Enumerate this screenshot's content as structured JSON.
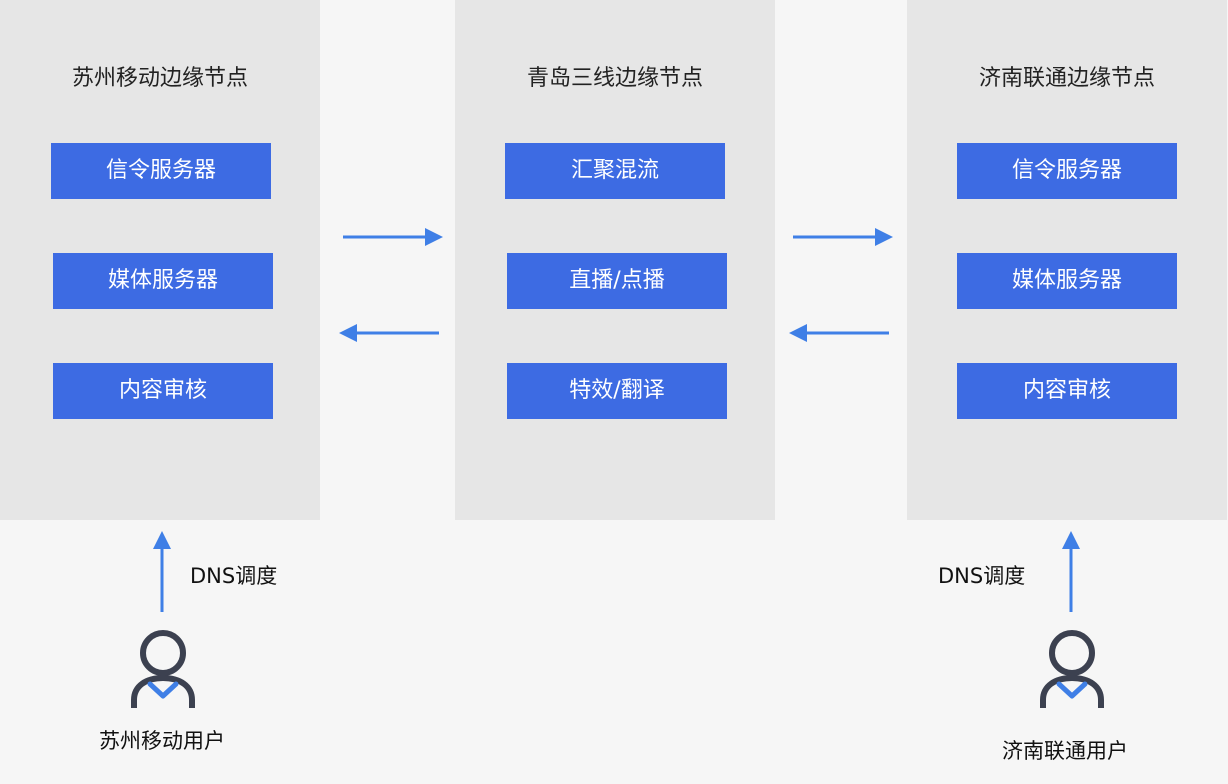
{
  "nodes": [
    {
      "title": "苏州移动边缘节点",
      "services": [
        "信令服务器",
        "媒体服务器",
        "内容审核"
      ]
    },
    {
      "title": "青岛三线边缘节点",
      "services": [
        "汇聚混流",
        "直播/点播",
        "特效/翻译"
      ]
    },
    {
      "title": "济南联通边缘节点",
      "services": [
        "信令服务器",
        "媒体服务器",
        "内容审核"
      ]
    }
  ],
  "edges": {
    "dns_left": "DNS调度",
    "dns_right": "DNS调度"
  },
  "users": {
    "left": "苏州移动用户",
    "right": "济南联通用户"
  },
  "colors": {
    "accent": "#3d6be3",
    "arrow": "#3f7fe6",
    "panel": "#e6e6e6",
    "background": "#f6f6f6",
    "icon_outline": "#3c4150"
  }
}
